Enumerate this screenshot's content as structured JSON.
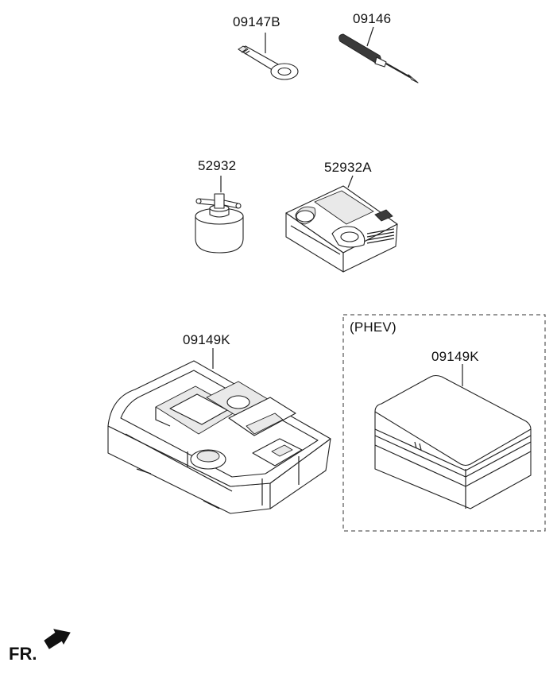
{
  "parts": {
    "wrench_code": "09147B",
    "screwdriver_code": "09146",
    "sealant_code": "52932",
    "compressor_code": "52932A",
    "tray_code": "09149K",
    "kit_box_code": "09149K"
  },
  "phev_group": {
    "label": "(PHEV)"
  },
  "direction": {
    "label": "FR."
  }
}
